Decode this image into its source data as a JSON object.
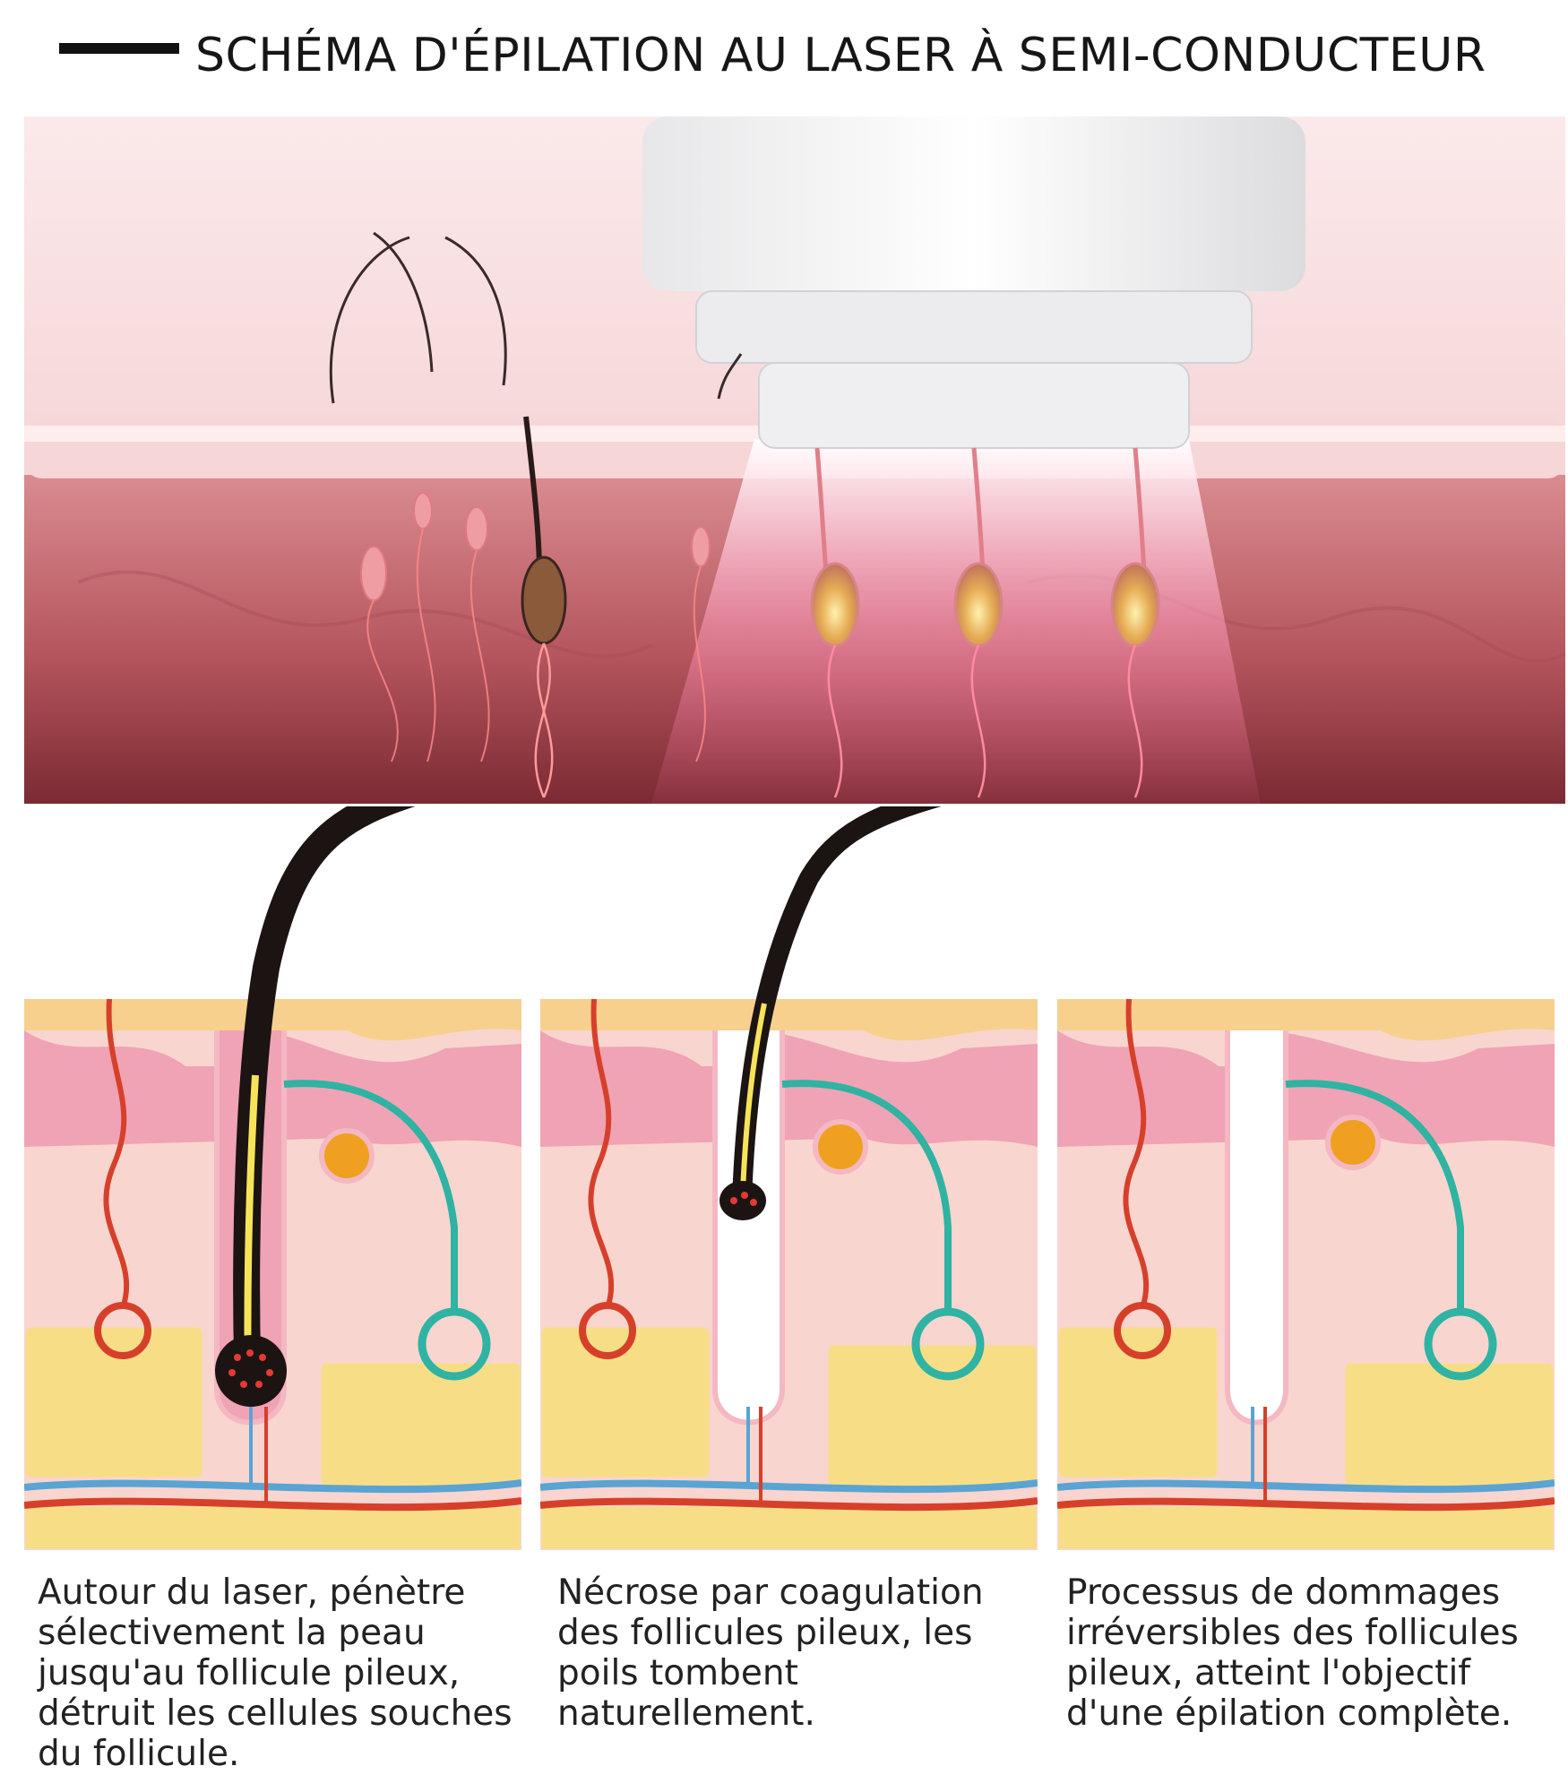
{
  "header": {
    "title": "SCHÉMA D'ÉPILATION AU LASER À SEMI-CONDUCTEUR"
  },
  "colors": {
    "skin_pink": "#f0a3b4",
    "dermis": "#f9d3cf",
    "fat_yellow": "#f7de86",
    "hair_black": "#1b1412",
    "artery_red": "#d6402a",
    "vein_blue": "#5aa4d4",
    "nerve_teal": "#2fb3a3",
    "gland_orange": "#f0a020"
  },
  "icons": {
    "device": "laser-handpiece-icon",
    "hair": "hair-strand-icon",
    "follicle": "hair-follicle-icon"
  },
  "steps": [
    {
      "caption": "Autour du laser, pénètre sélectivement la peau jusqu'au follicule pileux, détruit les cellules souches du follicule."
    },
    {
      "caption": "Nécrose par coagulation des follicules pileux, les poils tombent naturellement."
    },
    {
      "caption": "Processus de dommages irréversibles des follicules pileux, atteint l'objectif d'une épilation complète."
    }
  ]
}
